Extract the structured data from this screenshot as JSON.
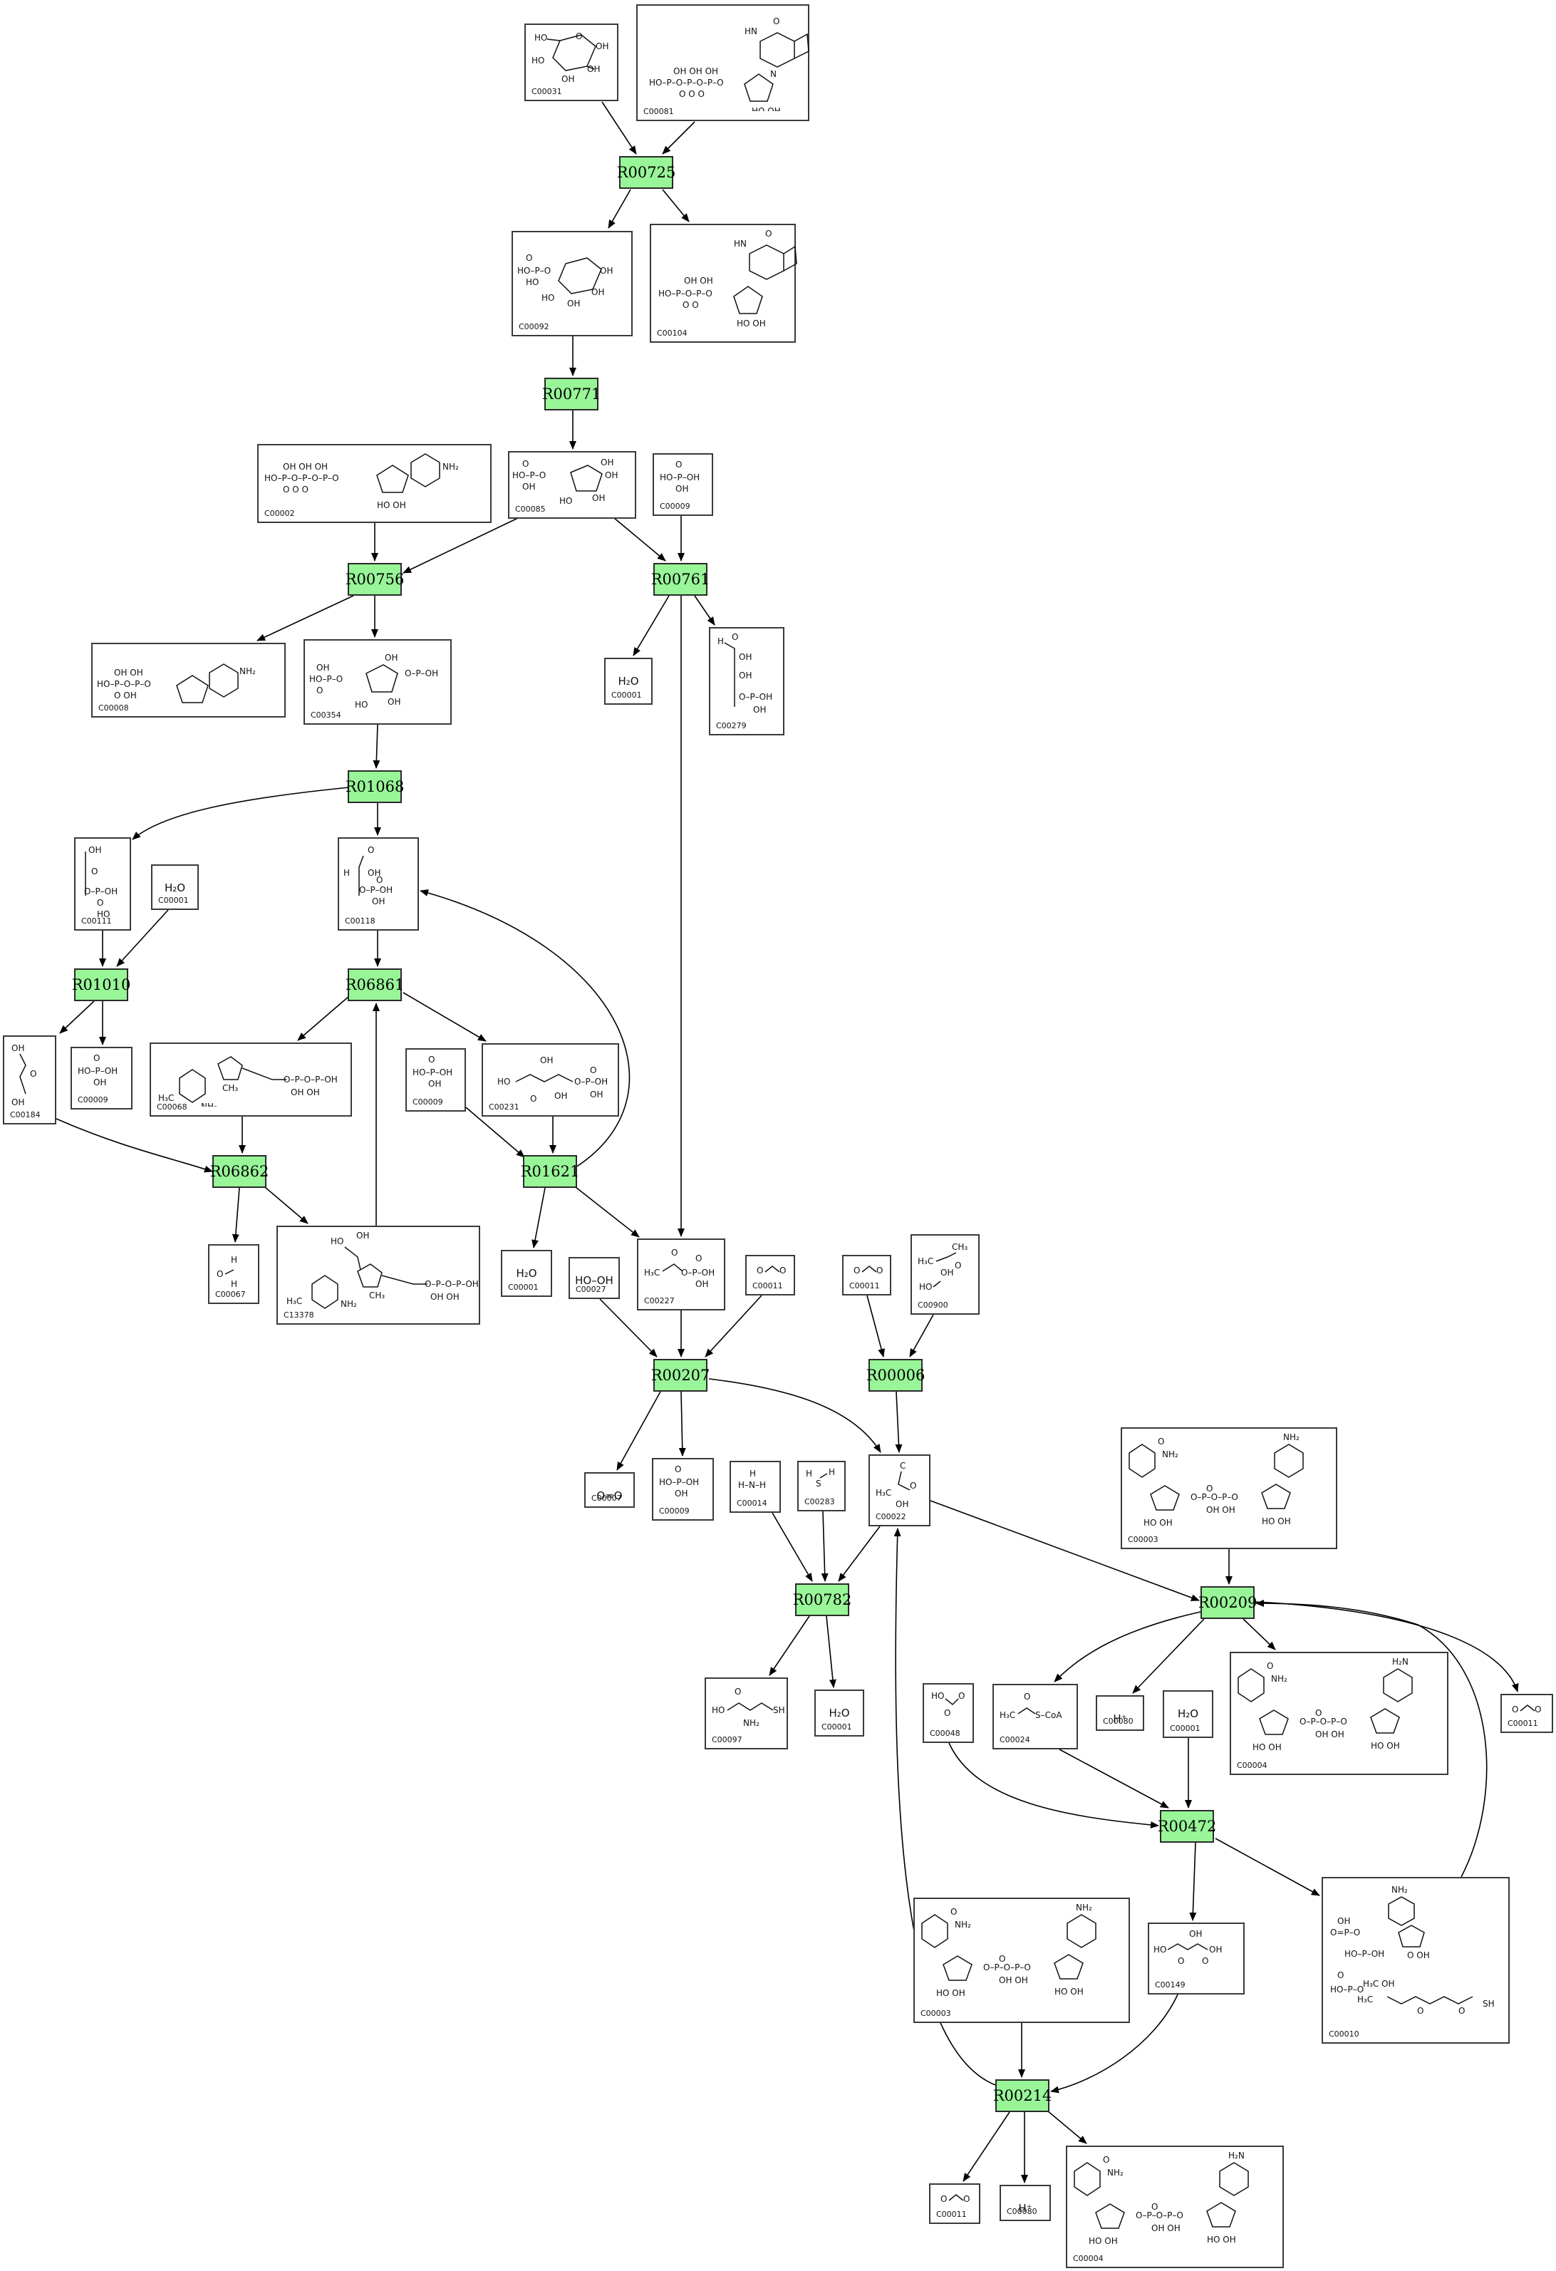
{
  "reactions": [
    {
      "id": "R00725",
      "label": "R00725"
    },
    {
      "id": "R00771",
      "label": "R00771"
    },
    {
      "id": "R00756",
      "label": "R00756"
    },
    {
      "id": "R00761",
      "label": "R00761"
    },
    {
      "id": "R01068",
      "label": "R01068"
    },
    {
      "id": "R01010",
      "label": "R01010"
    },
    {
      "id": "R06861",
      "label": "R06861"
    },
    {
      "id": "R06862",
      "label": "R06862"
    },
    {
      "id": "R01621",
      "label": "R01621"
    },
    {
      "id": "R00207",
      "label": "R00207"
    },
    {
      "id": "R00006",
      "label": "R00006"
    },
    {
      "id": "R00782",
      "label": "R00782"
    },
    {
      "id": "R00209",
      "label": "R00209"
    },
    {
      "id": "R00472",
      "label": "R00472"
    },
    {
      "id": "R00214",
      "label": "R00214"
    }
  ],
  "compounds": [
    {
      "key": "c00031",
      "id": "C00031"
    },
    {
      "key": "c00081",
      "id": "C00081"
    },
    {
      "key": "c00092",
      "id": "C00092"
    },
    {
      "key": "c00104",
      "id": "C00104"
    },
    {
      "key": "c00002",
      "id": "C00002"
    },
    {
      "key": "c00085",
      "id": "C00085"
    },
    {
      "key": "c00009a",
      "id": "C00009"
    },
    {
      "key": "c00008",
      "id": "C00008"
    },
    {
      "key": "c00354",
      "id": "C00354"
    },
    {
      "key": "c00001a",
      "id": "C00001",
      "formula": "H₂O"
    },
    {
      "key": "c00279",
      "id": "C00279"
    },
    {
      "key": "c00111",
      "id": "C00111"
    },
    {
      "key": "c00001b",
      "id": "C00001",
      "formula": "H₂O"
    },
    {
      "key": "c00118",
      "id": "C00118"
    },
    {
      "key": "c00184",
      "id": "C00184"
    },
    {
      "key": "c00009b",
      "id": "C00009"
    },
    {
      "key": "c00068",
      "id": "C00068"
    },
    {
      "key": "c00009c",
      "id": "C00009"
    },
    {
      "key": "c00231",
      "id": "C00231"
    },
    {
      "key": "c00067",
      "id": "C00067"
    },
    {
      "key": "c13378",
      "id": "C13378"
    },
    {
      "key": "c00001c",
      "id": "C00001",
      "formula": "H₂O"
    },
    {
      "key": "c00027",
      "id": "C00027",
      "formula": "HO–OH"
    },
    {
      "key": "c00227",
      "id": "C00227"
    },
    {
      "key": "c00011a",
      "id": "C00011"
    },
    {
      "key": "c00011b",
      "id": "C00011"
    },
    {
      "key": "c00900",
      "id": "C00900"
    },
    {
      "key": "c00007",
      "id": "C00007",
      "formula": "O=O"
    },
    {
      "key": "c00009d",
      "id": "C00009"
    },
    {
      "key": "c00014",
      "id": "C00014"
    },
    {
      "key": "c00283",
      "id": "C00283"
    },
    {
      "key": "c00022",
      "id": "C00022"
    },
    {
      "key": "c00003a",
      "id": "C00003"
    },
    {
      "key": "c00097",
      "id": "C00097"
    },
    {
      "key": "c00001d",
      "id": "C00001",
      "formula": "H₂O"
    },
    {
      "key": "c00048",
      "id": "C00048"
    },
    {
      "key": "c00024",
      "id": "C00024"
    },
    {
      "key": "c00080a",
      "id": "C00080",
      "formula": "H⁺"
    },
    {
      "key": "c00001e",
      "id": "C00001",
      "formula": "H₂O"
    },
    {
      "key": "c00004a",
      "id": "C00004"
    },
    {
      "key": "c00011c",
      "id": "C00011"
    },
    {
      "key": "c00003b",
      "id": "C00003"
    },
    {
      "key": "c00149",
      "id": "C00149"
    },
    {
      "key": "c00010",
      "id": "C00010"
    },
    {
      "key": "c00011d",
      "id": "C00011"
    },
    {
      "key": "c00080b",
      "id": "C00080",
      "formula": "H⁺"
    },
    {
      "key": "c00004b",
      "id": "C00004"
    }
  ]
}
